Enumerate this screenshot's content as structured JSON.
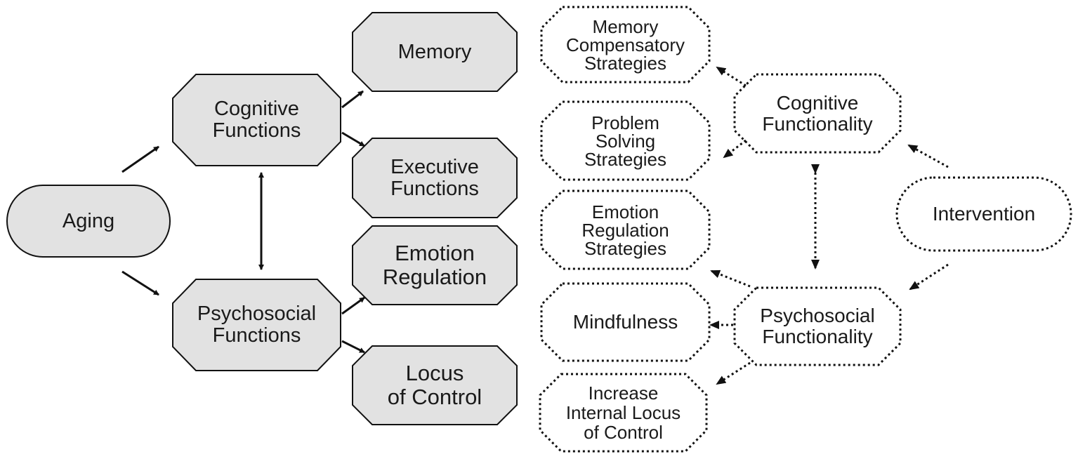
{
  "colors": {
    "stroke": "#111111",
    "left_fill": "#e2e2e2",
    "right_fill": "#ffffff",
    "text": "#1a1a1a"
  },
  "left": {
    "aging": "Aging",
    "cognitive_functions": "Cognitive\nFunctions",
    "psychosocial_functions": "Psychosocial\nFunctions",
    "memory": "Memory",
    "executive_functions": "Executive\nFunctions",
    "emotion_regulation": "Emotion\nRegulation",
    "locus_of_control": "Locus\nof Control"
  },
  "right": {
    "memory_compensatory": "Memory\nCompensatory\nStrategies",
    "problem_solving": "Problem\nSolving\nStrategies",
    "emotion_regulation_strategies": "Emotion\nRegulation\nStrategies",
    "mindfulness": "Mindfulness",
    "internal_locus": "Increase\nInternal Locus\nof Control",
    "cognitive_functionality": "Cognitive\nFunctionality",
    "psychosocial_functionality": "Psychosocial\nFunctionality",
    "intervention": "Intervention"
  }
}
